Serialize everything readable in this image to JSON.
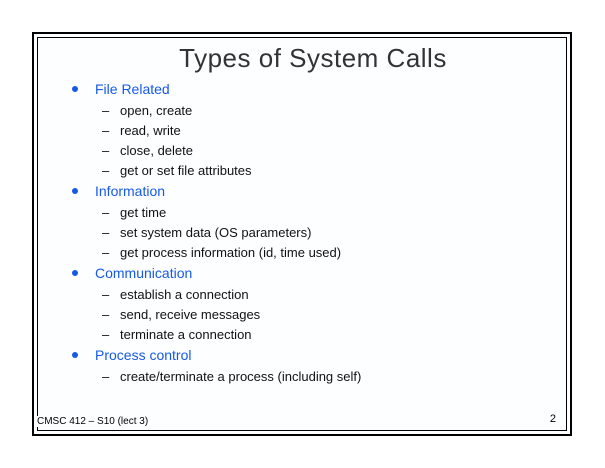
{
  "slide": {
    "title": "Types of System Calls",
    "sections": [
      {
        "title": "File Related",
        "items": [
          "open, create",
          "read, write",
          "close, delete",
          "get or set file attributes"
        ]
      },
      {
        "title": "Information",
        "items": [
          "get time",
          "set system data (OS parameters)",
          "get process information (id, time used)"
        ]
      },
      {
        "title": "Communication",
        "items": [
          "establish a connection",
          "send, receive messages",
          "terminate a connection"
        ]
      },
      {
        "title": "Process control",
        "items": [
          "create/terminate a process (including self)"
        ]
      }
    ]
  },
  "footer": {
    "left": "CMSC 412 – S10  (lect 3)",
    "page_number": "2"
  },
  "glyphs": {
    "dash": "–"
  },
  "colors": {
    "accent_blue": "#1659E6",
    "title_text": "#333333",
    "body_text": "#111111",
    "border": "#000000",
    "slide_background": "#fdfeff"
  }
}
